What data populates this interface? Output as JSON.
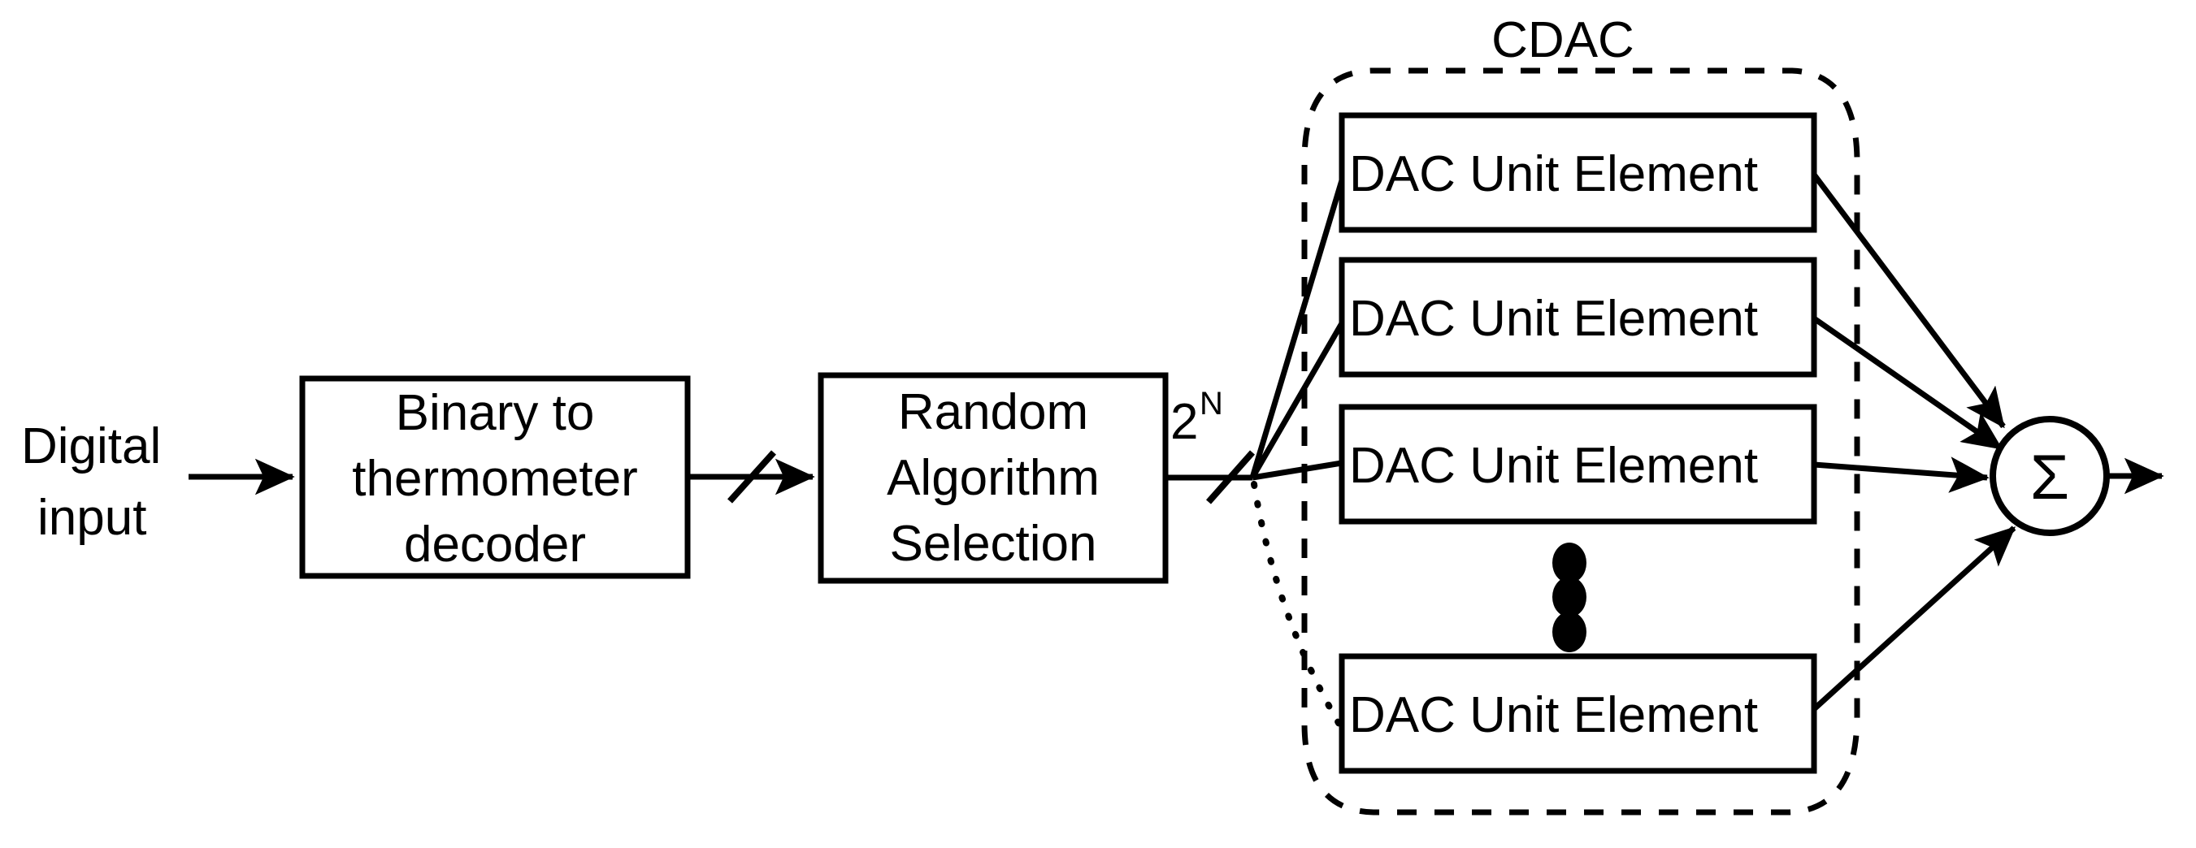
{
  "diagram": {
    "title": "DEM randomized current-steering DAC block diagram",
    "colors": {
      "stroke": "#000000",
      "background": "#ffffff"
    },
    "input_label": {
      "line1": "Digital",
      "line2": "input"
    },
    "blocks": [
      {
        "id": "binary-to-thermometer-decoder",
        "lines": [
          "Binary to",
          "thermometer",
          "decoder"
        ]
      },
      {
        "id": "random-algorithm-selection",
        "lines": [
          "Random",
          "Algorithm",
          "Selection"
        ]
      }
    ],
    "bus_label": {
      "base": "2",
      "exponent": "N"
    },
    "group": {
      "id": "cdac-group",
      "label": "CDAC"
    },
    "dac_elements": [
      {
        "id": "dac-unit-element-1",
        "label": "DAC Unit Element"
      },
      {
        "id": "dac-unit-element-2",
        "label": "DAC Unit Element"
      },
      {
        "id": "dac-unit-element-3",
        "label": "DAC Unit Element"
      },
      {
        "id": "dac-unit-element-n",
        "label": "DAC Unit Element"
      }
    ],
    "ellipsis": {
      "id": "vertical-ellipsis",
      "dot_count": 3
    },
    "summation": {
      "id": "summation-node",
      "symbol": "Σ"
    }
  }
}
